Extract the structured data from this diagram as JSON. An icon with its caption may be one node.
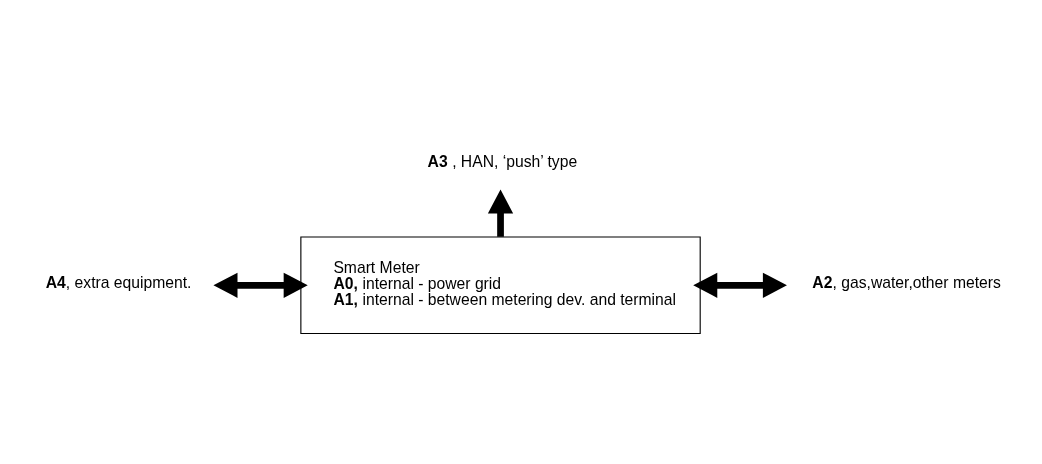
{
  "diagram": {
    "nodes": [
      {
        "text": [
          "Smart Meter",
          "**A0,** internal - power grid",
          "**A1,** internal - between metering dev. and terminal"
        ]
      },
      {
        "text": [
          "**A3** , HAN, ‘push’ type"
        ]
      },
      {
        "text": [
          "**A4**, extra equipment."
        ]
      },
      {
        "text": [
          "**A2**, gas,water,other meters"
        ]
      }
    ],
    "edges": [
      {
        "from": 0,
        "to": 1,
        "arrow": "to"
      },
      {
        "from": 0,
        "to": 2,
        "arrow": "both"
      },
      {
        "from": 0,
        "to": 3,
        "arrow": "both"
      }
    ]
  }
}
